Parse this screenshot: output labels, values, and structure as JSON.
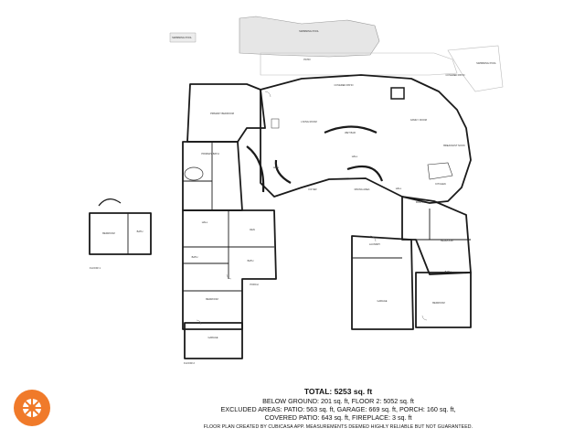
{
  "rooms": {
    "swimming_pool": "SWIMMING POOL",
    "swimming_pool_2": "SWIMMING POOL",
    "swimming_pool_3": "SWIMMING POOL",
    "patio": "PATIO",
    "covered_patio": "COVERED PATIO",
    "covered_patio_2": "COVERED PATIO",
    "primary_bedroom": "PRIMARY BEDROOM",
    "living_room": "LIVING ROOM",
    "wet_bar": "WET BAR",
    "family_room": "FAMILY ROOM",
    "breakfast_nook": "BREAKFAST NOOK",
    "primary_bath": "PRIMARY BATH",
    "hall": "HALL",
    "foyer": "FOYER",
    "dining_area": "DINING AREA",
    "kitchen": "KITCHEN",
    "pantry": "PANTRY",
    "bedroom": "BEDROOM",
    "bath": "BATH",
    "den": "DEN",
    "laundry": "LAUNDRY",
    "garage": "GARAGE",
    "porch": "PORCH"
  },
  "floor_labels": {
    "floor1": "FLOOR 1",
    "floor2": "FLOOR 2"
  },
  "summary": {
    "total": "TOTAL: 5253 sq. ft",
    "areas": "BELOW GROUND: 201 sq. ft, FLOOR 2: 5052 sq. ft",
    "excluded_1": "EXCLUDED AREAS: PATIO: 563 sq. ft, GARAGE: 669 sq. ft, PORCH: 160 sq. ft,",
    "excluded_2": "COVERED PATIO: 643 sq. ft, FIREPLACE: 3 sq. ft",
    "disclaimer": "FLOOR PLAN CREATED BY CUBICASA APP. MEASUREMENTS DEEMED HIGHLY RELIABLE BUT NOT GUARANTEED."
  },
  "colors": {
    "badge": "#f07a2a",
    "wall": "#1a1a1a",
    "pool_fill": "#e6e6e6"
  }
}
